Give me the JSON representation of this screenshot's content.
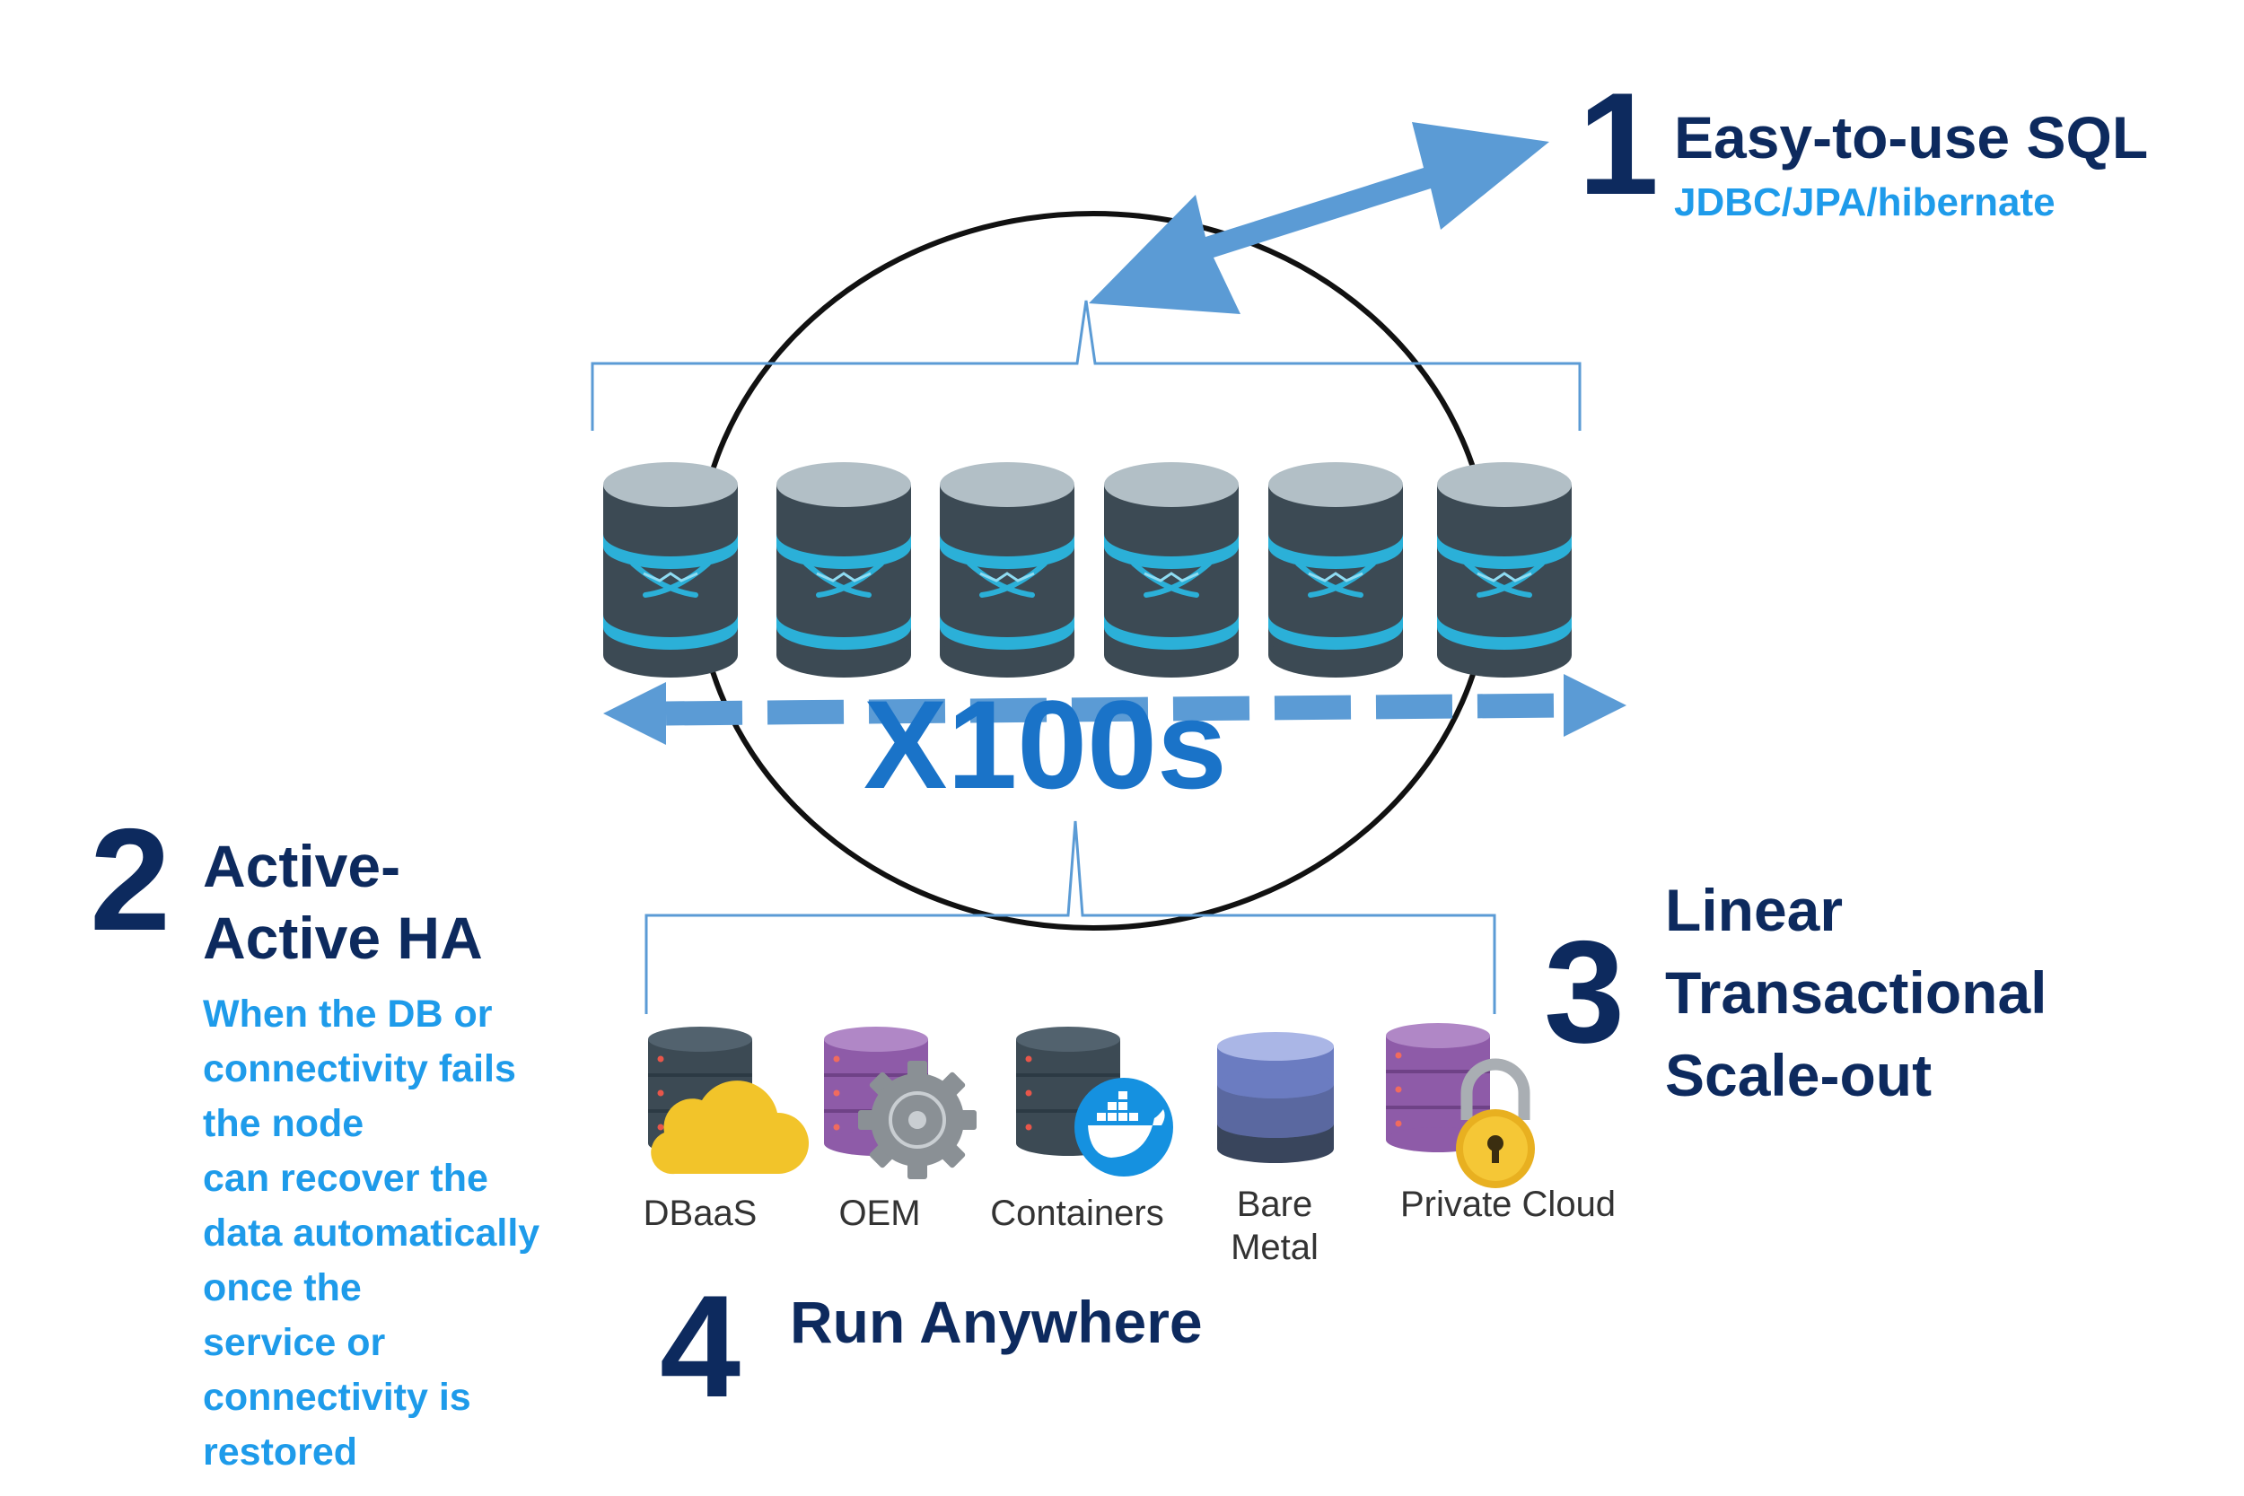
{
  "colors": {
    "navy": "#0d2a5e",
    "sky": "#1e9bea",
    "arrow": "#5b9bd5",
    "scale_text": "#1a73c8",
    "db_body": "#3c4a54",
    "db_top": "#b2bfc6",
    "db_band": "#2bb0d8"
  },
  "db_node_icon": "crossed-blades-logo",
  "scale": {
    "label": "X100s"
  },
  "features": [
    {
      "number": "1",
      "title": "Easy-to-use SQL",
      "subtitle": "JDBC/JPA/hibernate"
    },
    {
      "number": "2",
      "title_line1": "Active-",
      "title_line2": "Active HA",
      "description": [
        "When the DB or",
        "connectivity fails",
        "the node",
        "can recover the",
        "data automatically",
        "once the",
        "service or",
        "connectivity is",
        "restored"
      ]
    },
    {
      "number": "3",
      "title_lines": [
        "Linear",
        "Transactional",
        "Scale-out"
      ]
    },
    {
      "number": "4",
      "title": "Run Anywhere"
    }
  ],
  "platforms": [
    {
      "icon": "database-cloud-icon",
      "label": "DBaaS"
    },
    {
      "icon": "database-gear-icon",
      "label": "OEM"
    },
    {
      "icon": "database-docker-icon",
      "label": "Containers"
    },
    {
      "icon": "database-stack-icon",
      "label_line1": "Bare",
      "label_line2": "Metal"
    },
    {
      "icon": "database-lock-icon",
      "label": "Private Cloud"
    }
  ]
}
